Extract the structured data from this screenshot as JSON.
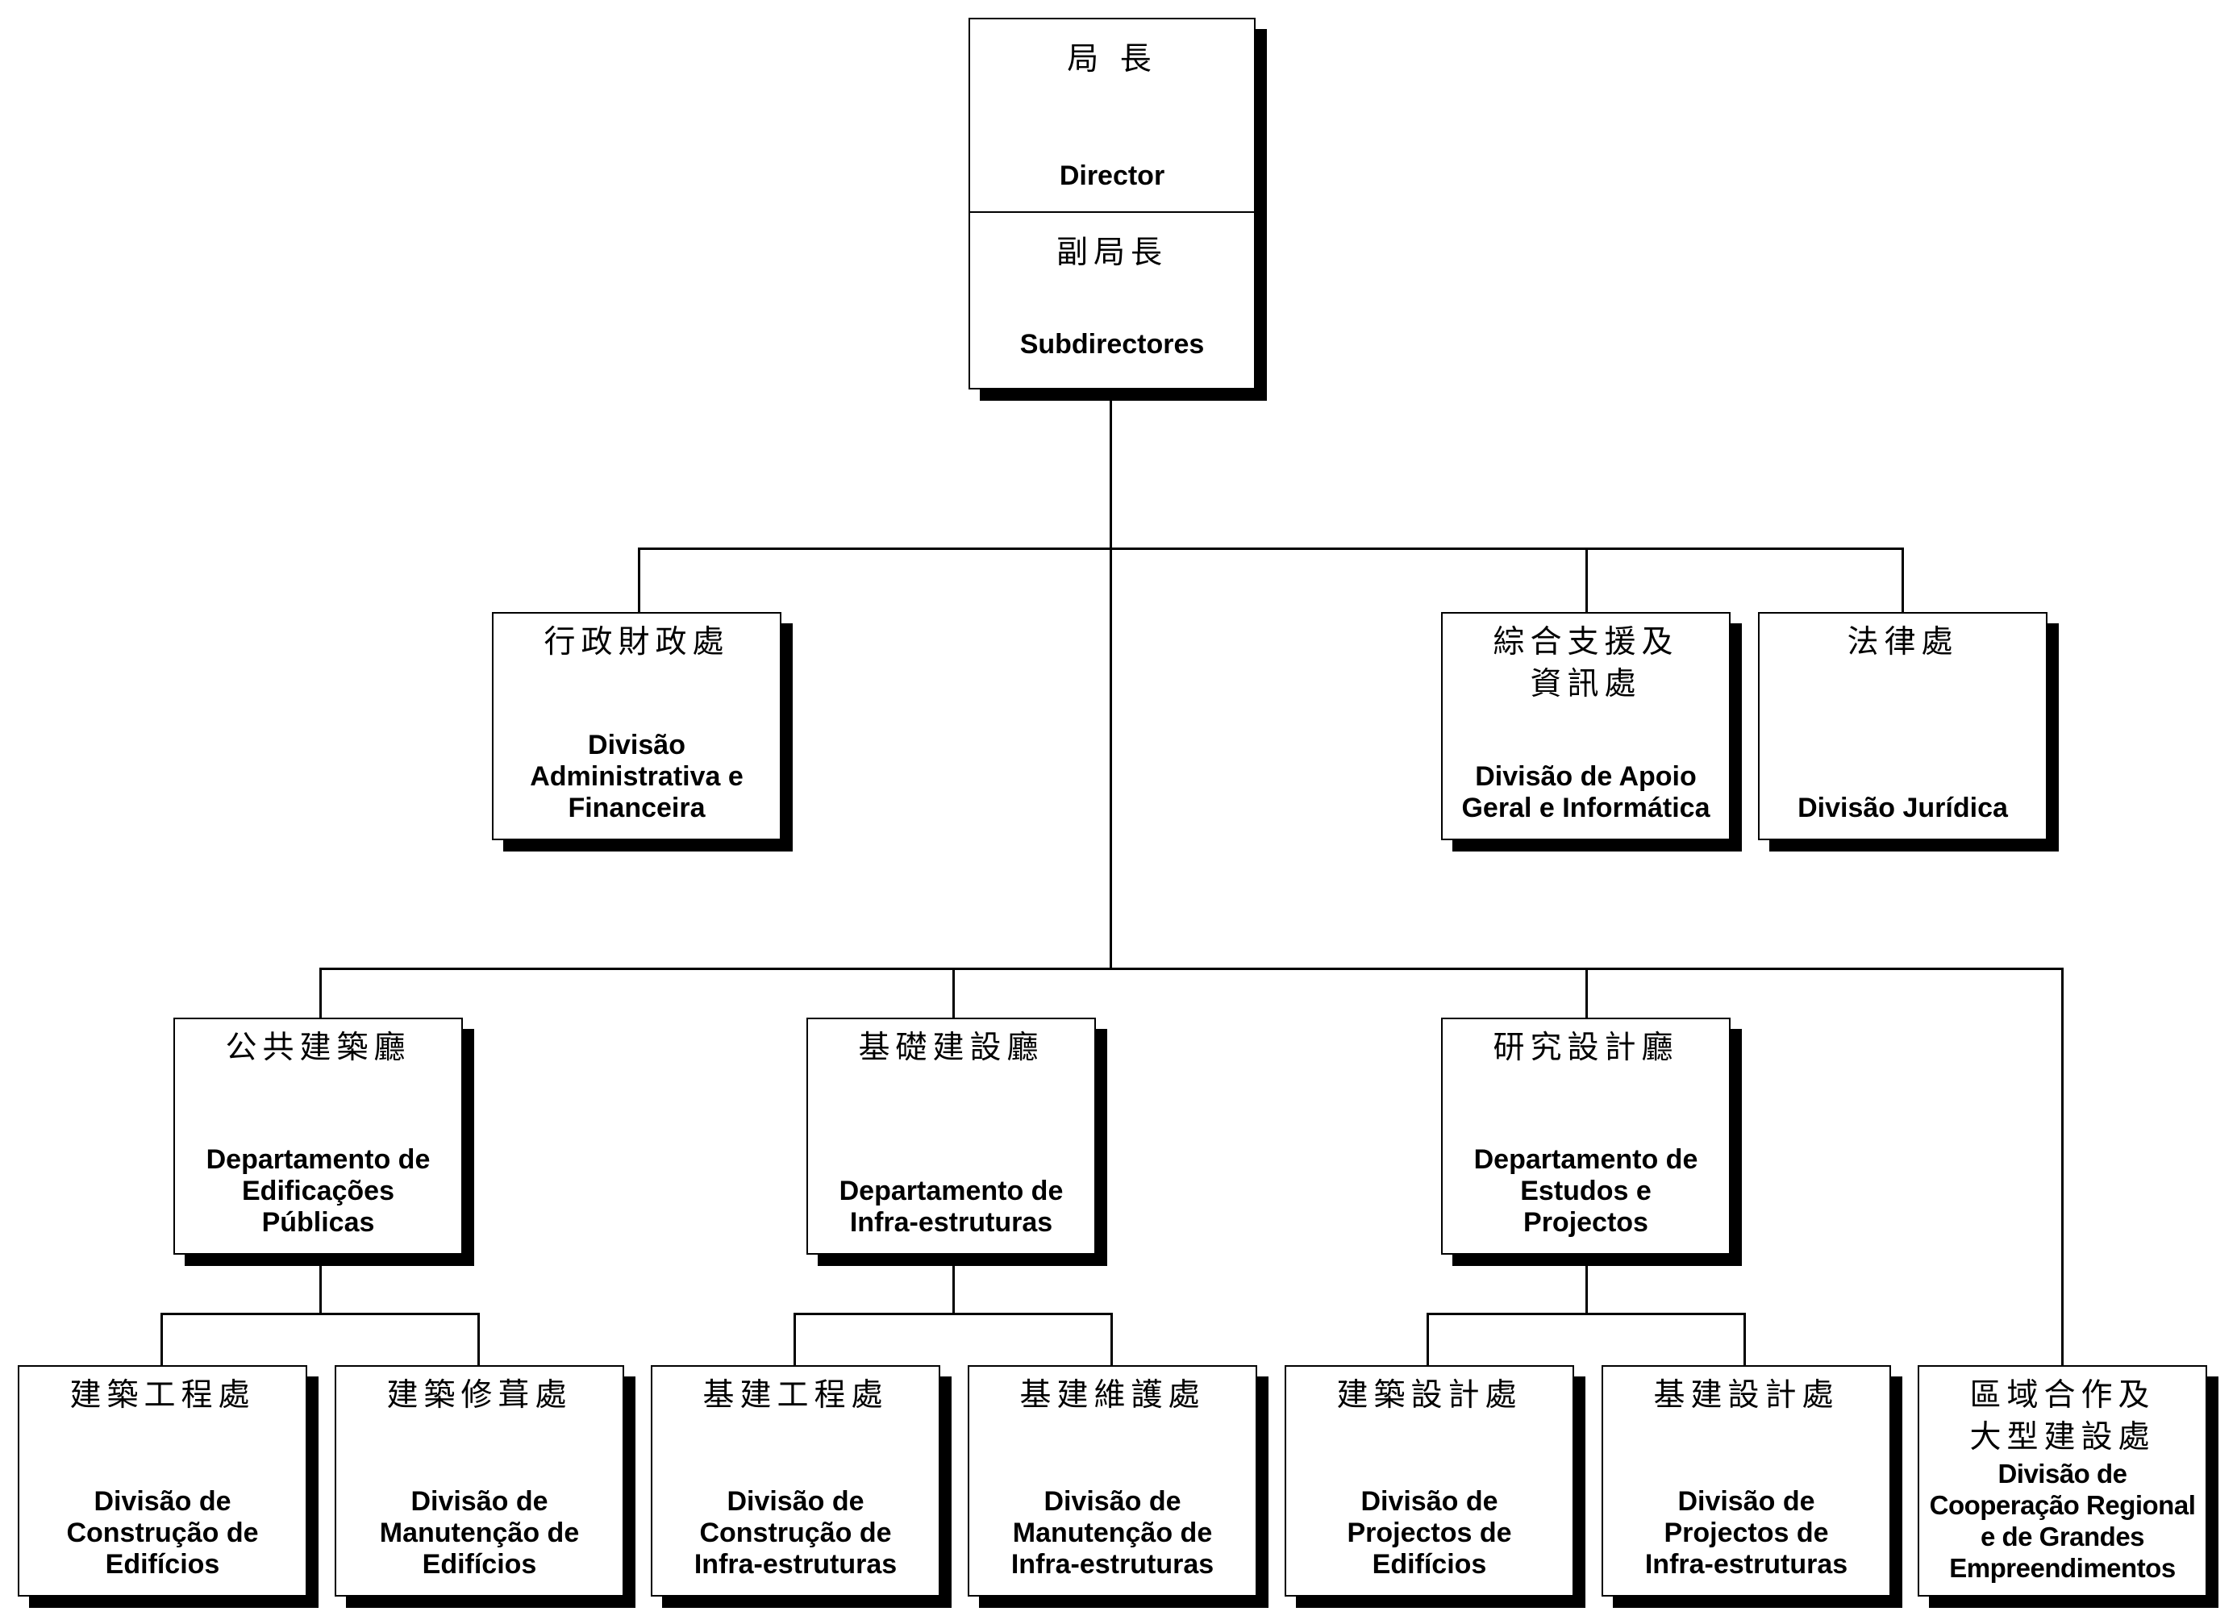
{
  "director": {
    "zh": "局 長",
    "pt": "Director",
    "deputy_zh": "副局長",
    "deputy_pt": "Subdirectores"
  },
  "divisions_top": [
    {
      "zh": "行政財政處",
      "pt": "Divisão\nAdministrativa e\nFinanceira"
    },
    {
      "zh": "綜合支援及\n資訊處",
      "pt": "Divisão de Apoio\nGeral e Informática"
    },
    {
      "zh": "法律處",
      "pt": "Divisão Jurídica"
    }
  ],
  "departments": [
    {
      "zh": "公共建築廳",
      "pt": "Departamento de\nEdificações\nPúblicas"
    },
    {
      "zh": "基礎建設廳",
      "pt": "Departamento de\nInfra-estruturas"
    },
    {
      "zh": "研究設計廳",
      "pt": "Departamento de\nEstudos e\nProjectos"
    }
  ],
  "divisions_bottom": [
    {
      "zh": "建築工程處",
      "pt": "Divisão de\nConstrução de\nEdifícios"
    },
    {
      "zh": "建築修葺處",
      "pt": "Divisão de\nManutenção de\nEdifícios"
    },
    {
      "zh": "基建工程處",
      "pt": "Divisão de\nConstrução de\nInfra-estruturas"
    },
    {
      "zh": "基建維護處",
      "pt": "Divisão de\nManutenção de\nInfra-estruturas"
    },
    {
      "zh": "建築設計處",
      "pt": "Divisão de\nProjectos de\nEdifícios"
    },
    {
      "zh": "基建設計處",
      "pt": "Divisão de\nProjectos de\nInfra-estruturas"
    },
    {
      "zh": "區域合作及\n大型建設處",
      "pt": "Divisão de\nCooperação Regional\ne de Grandes\nEmpreendimentos"
    }
  ]
}
